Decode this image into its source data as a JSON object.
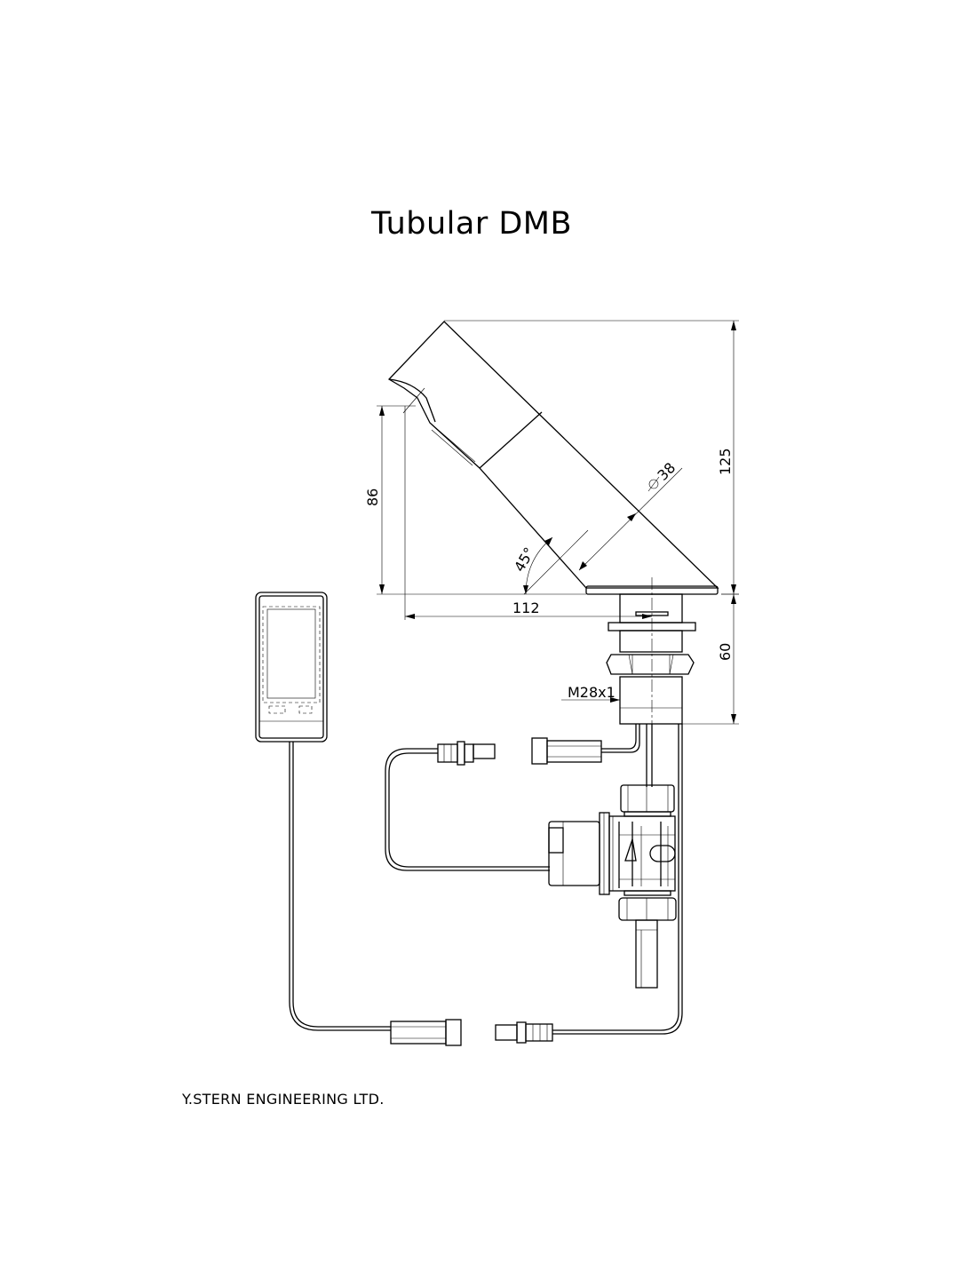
{
  "title": "Tubular DMB",
  "footer": "Y.STERN ENGINEERING LTD.",
  "dimensions": {
    "height_total": "125",
    "spout_height": "86",
    "diameter": "38",
    "angle": "45°",
    "reach": "112",
    "shank_length": "60",
    "thread": "M28x1"
  }
}
